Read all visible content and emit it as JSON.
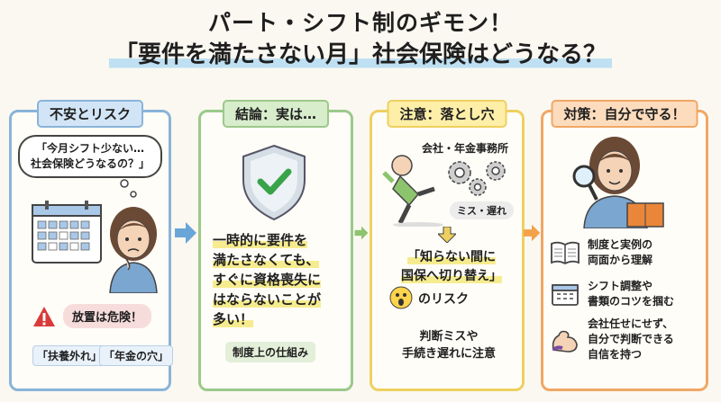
{
  "title": {
    "line1": "パート・シフト制のギモン！",
    "line2": "「要件を満たさない月」社会保険はどうなる？"
  },
  "panels": [
    {
      "header": "不安とリスク",
      "bubble": [
        "「今月シフト少ない…",
        "社会保険どうなるの？」"
      ],
      "warning": "放置は危険！",
      "tags": [
        "「扶養外れ」",
        "「年金の穴」"
      ]
    },
    {
      "header": "結論：実は…",
      "text": [
        "一時的に要件を",
        "満たさなくても、",
        "すぐに資格喪失に",
        "はならないことが",
        "多い！"
      ],
      "label": "制度上の仕組み"
    },
    {
      "header": "注意：落とし穴",
      "office_label": "会社・年金事務所",
      "error_label": "ミス・遅れ",
      "risk": [
        "「知らない間に",
        "国保へ切り替え」",
        "のリスク"
      ],
      "caution": [
        "判断ミスや",
        "手続き遅れに注意"
      ]
    },
    {
      "header": "対策：自分で守る！",
      "items": [
        {
          "icon": "book-icon",
          "lines": [
            "制度と実例の",
            "両面から理解"
          ]
        },
        {
          "icon": "calendar-icon",
          "lines": [
            "シフト調整や",
            "書類のコツを掴む"
          ]
        },
        {
          "icon": "muscle-icon",
          "lines": [
            "会社任せにせず、",
            "自分で判断できる",
            "自信を持つ"
          ]
        }
      ]
    }
  ],
  "colors": {
    "blue": "#8ab4d9",
    "green": "#9cc98a",
    "yellow": "#eed060",
    "orange": "#f0a765",
    "arrow_blue": "#6aa5d8",
    "arrow_green": "#8cc46e",
    "arrow_orange": "#f4a24a"
  }
}
